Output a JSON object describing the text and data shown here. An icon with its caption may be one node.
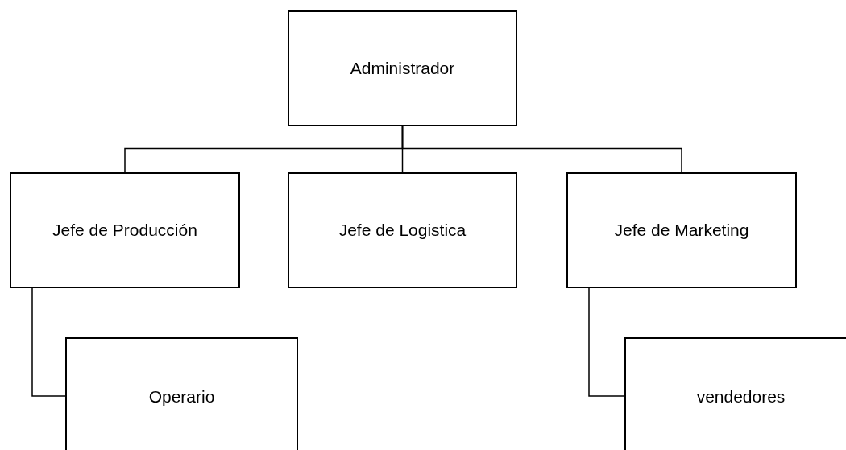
{
  "diagram": {
    "nodes": [
      {
        "text": [
          "Administrador"
        ]
      },
      {
        "text": [
          "Jefe de Producción"
        ]
      },
      {
        "text": [
          "Jefe de Logistica"
        ]
      },
      {
        "text": [
          "Jefe de Marketing"
        ]
      },
      {
        "text": [
          "Operario"
        ]
      },
      {
        "text": [
          "vendedores"
        ]
      }
    ],
    "edges": [
      {
        "from": 0,
        "to": 1,
        "arrow": "none"
      },
      {
        "from": 0,
        "to": 2,
        "arrow": "none"
      },
      {
        "from": 0,
        "to": 3,
        "arrow": "none"
      },
      {
        "from": 1,
        "to": 4,
        "arrow": "none"
      },
      {
        "from": 3,
        "to": 5,
        "arrow": "none"
      }
    ]
  }
}
